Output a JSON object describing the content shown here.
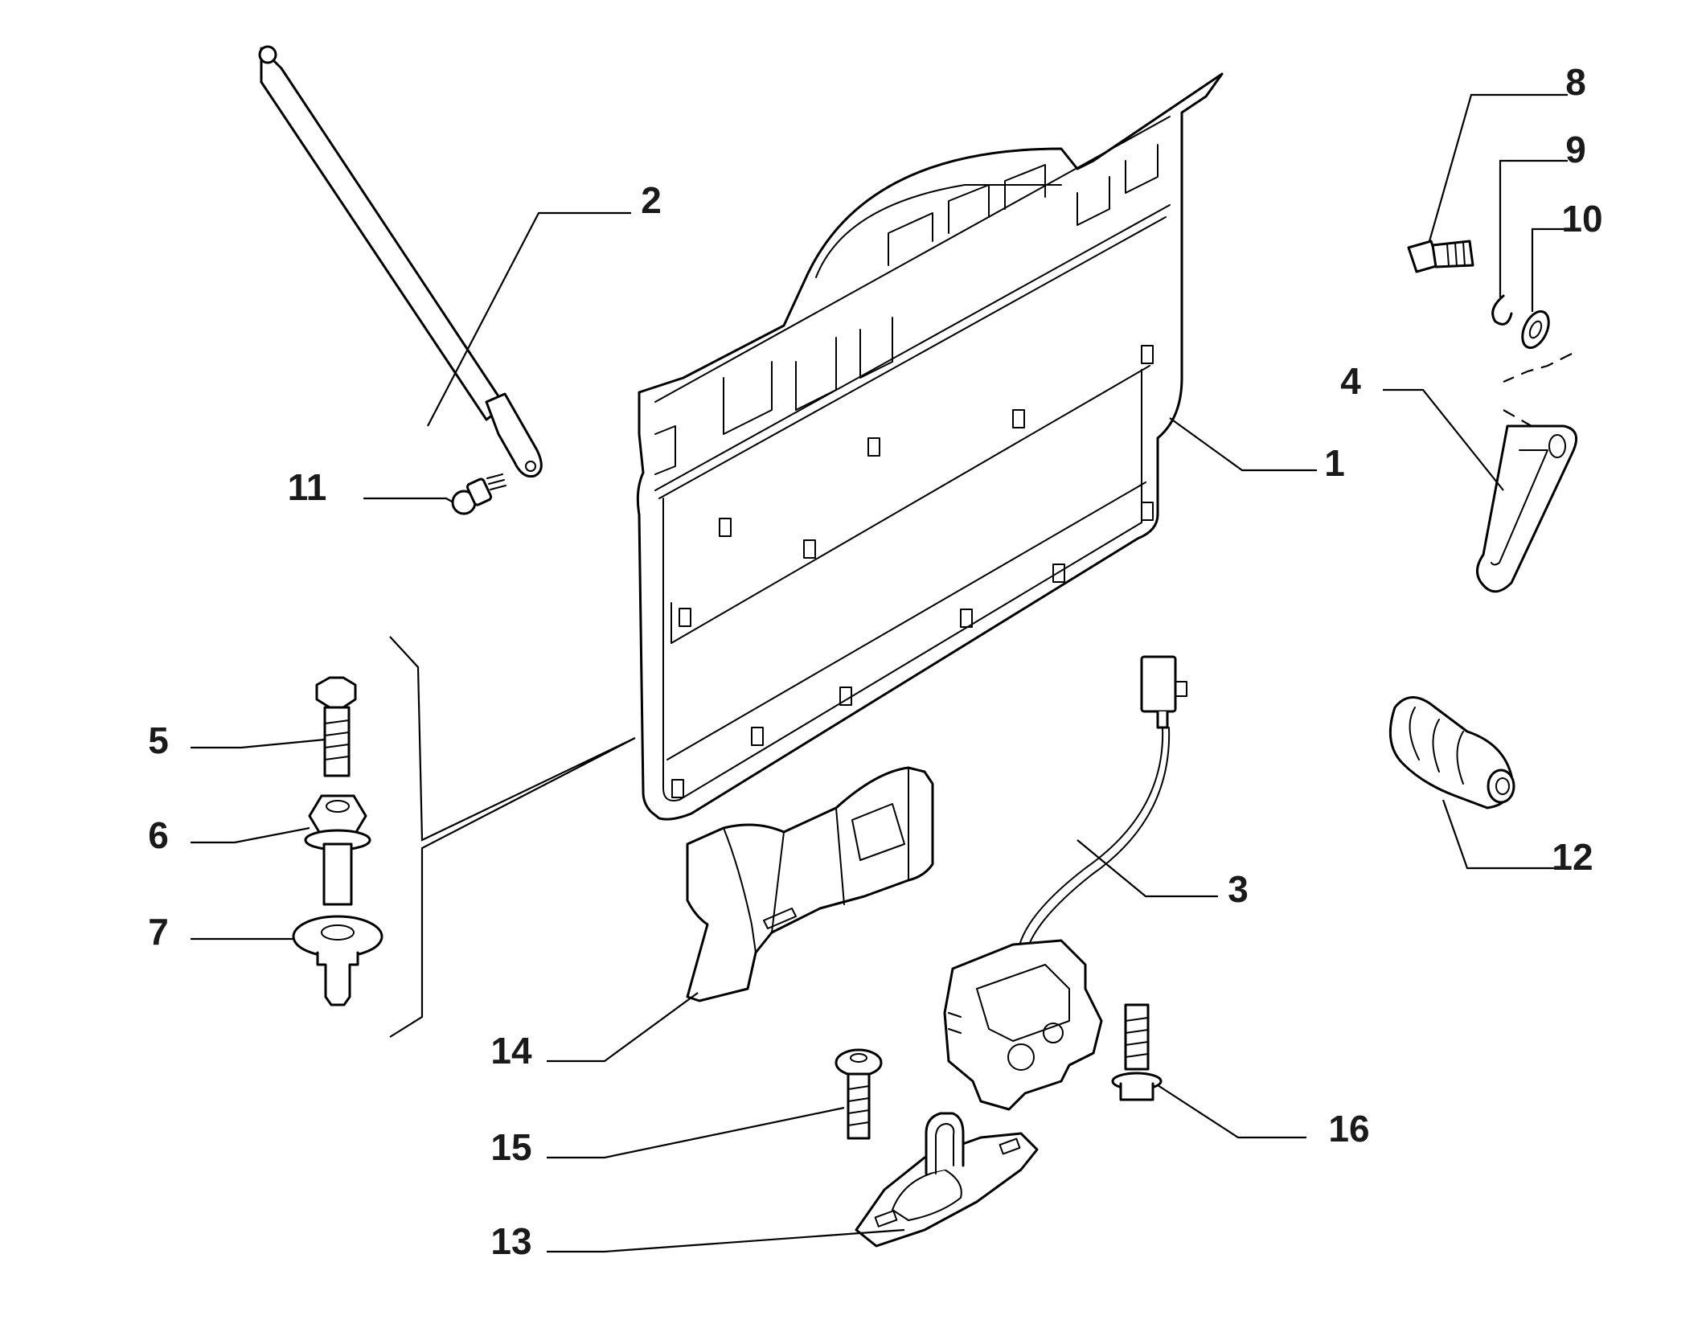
{
  "callouts": [
    {
      "id": "1",
      "part": "door-inner-panel"
    },
    {
      "id": "2",
      "part": "gas-strut"
    },
    {
      "id": "3",
      "part": "latch-with-cable"
    },
    {
      "id": "4",
      "part": "bracket-cover"
    },
    {
      "id": "5",
      "part": "hex-bolt"
    },
    {
      "id": "6",
      "part": "flange-nut-bolt"
    },
    {
      "id": "7",
      "part": "push-clip"
    },
    {
      "id": "8",
      "part": "bolt"
    },
    {
      "id": "9",
      "part": "spring-washer"
    },
    {
      "id": "10",
      "part": "flat-washer"
    },
    {
      "id": "11",
      "part": "ball-stud"
    },
    {
      "id": "12",
      "part": "rubber-bumper"
    },
    {
      "id": "13",
      "part": "striker-plate"
    },
    {
      "id": "14",
      "part": "handle-bracket"
    },
    {
      "id": "15",
      "part": "button-head-screw"
    },
    {
      "id": "16",
      "part": "flange-bolt"
    }
  ]
}
